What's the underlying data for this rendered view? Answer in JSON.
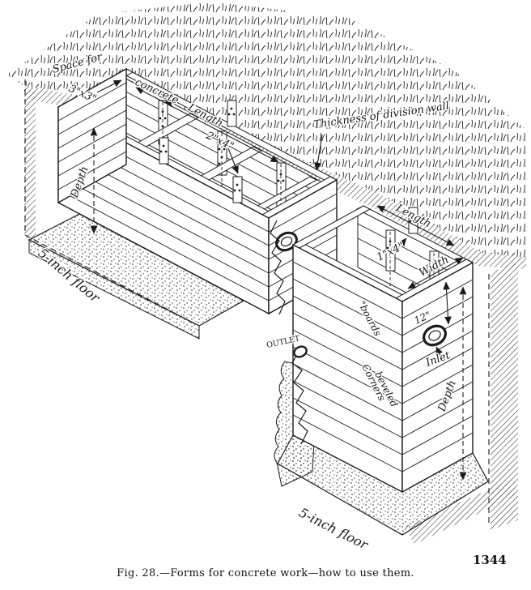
{
  "figure": {
    "caption": "Fig. 28.—Forms for concrete work—how to use them.",
    "plate_number": "1344",
    "colors": {
      "ink": "#1b1b1b",
      "paper": "#ffffff"
    },
    "labels": {
      "space_for": "Space for",
      "concrete": "concrete",
      "size_3x3": "3\"x3\"",
      "length_top": "Length",
      "size_2x4": "2\"x4\"",
      "thickness_division_wall": "Thickness of division wall",
      "depth_left": "Depth",
      "floor_left": "5-inch floor",
      "length_right": "Length",
      "size_1x4": "1\"x4\"",
      "width": "Width",
      "boards": "\"boards",
      "twelve_inches": "12\"",
      "inlet": "Inlet",
      "outlet": "OUTLET",
      "corners": "Corners",
      "beveled": "beveled",
      "depth_right": "Depth",
      "floor_bottom": "5-inch floor"
    }
  }
}
